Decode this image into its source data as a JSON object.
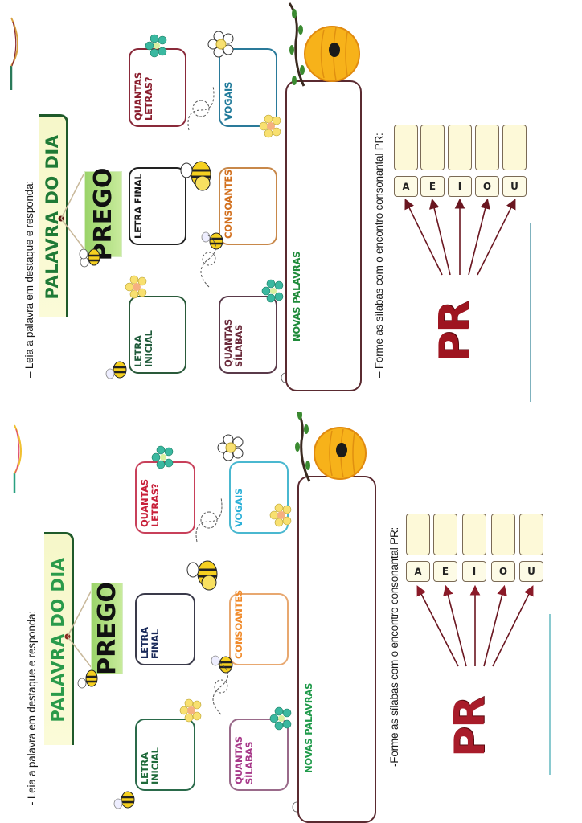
{
  "worksheet_copies": [
    {
      "id": "top",
      "instruction_1": "– Leia a palavra em destaque e responda:",
      "banner_title": "PALAVRA DO DIA",
      "word_of_day": "PREGO",
      "boxes": {
        "letra_inicial": "LETRA INICIAL",
        "letra_final": "LETRA FINAL",
        "quantas_letras": "QUANTAS LETRAS?",
        "quantas_silabas": "QUANTAS SÍLABAS",
        "consoantes": "CONSOANTES",
        "vogais": "VOGAIS",
        "novas_palavras": "NOVAS PALAVRAS"
      },
      "instruction_2": "– Forme as sílabas com o encontro consonantal PR:",
      "cluster": "PR",
      "vowels": [
        "A",
        "E",
        "I",
        "O",
        "U"
      ]
    },
    {
      "id": "bottom",
      "instruction_1": "- Leia a palavra em destaque e responda:",
      "banner_title": "PALAVRA DO DIA",
      "word_of_day": "PREGO",
      "boxes": {
        "letra_inicial": "LETRA INICIAL",
        "letra_final": "LETRA FINAL",
        "quantas_letras": "QUANTAS LETRAS?",
        "quantas_silabas": "QUANTAS SÍLABAS",
        "consoantes": "CONSOANTES",
        "vogais": "VOGAIS",
        "novas_palavras": "NOVAS PALAVRAS"
      },
      "instruction_2": "-Forme as sílabas com o encontro consonantal PR:",
      "cluster": "PR",
      "vowels": [
        "A",
        "E",
        "I",
        "O",
        "U"
      ]
    }
  ],
  "colors": {
    "banner_text": "#1f7a36",
    "word_box": "#9bd46a",
    "cluster_text": "#9e1520",
    "arrow": "#6a1620",
    "top": {
      "letra_inicial": "#1f5a3a",
      "letra_final": "#1a1a1a",
      "quantas_letras": "#8a1e2e",
      "quantas_silabas": "#6a2a3a",
      "consoantes": "#d2701e",
      "vogais": "#1f7a9a",
      "novas_palavras": "#1f8a3a"
    },
    "bottom": {
      "letra_inicial": "#1f6a3a",
      "letra_final": "#1a2a5a",
      "quantas_letras": "#c8203a",
      "quantas_silabas": "#a83a8a",
      "consoantes": "#f08a2a",
      "vogais": "#2ab0d8",
      "novas_palavras": "#1f9a4a"
    }
  }
}
